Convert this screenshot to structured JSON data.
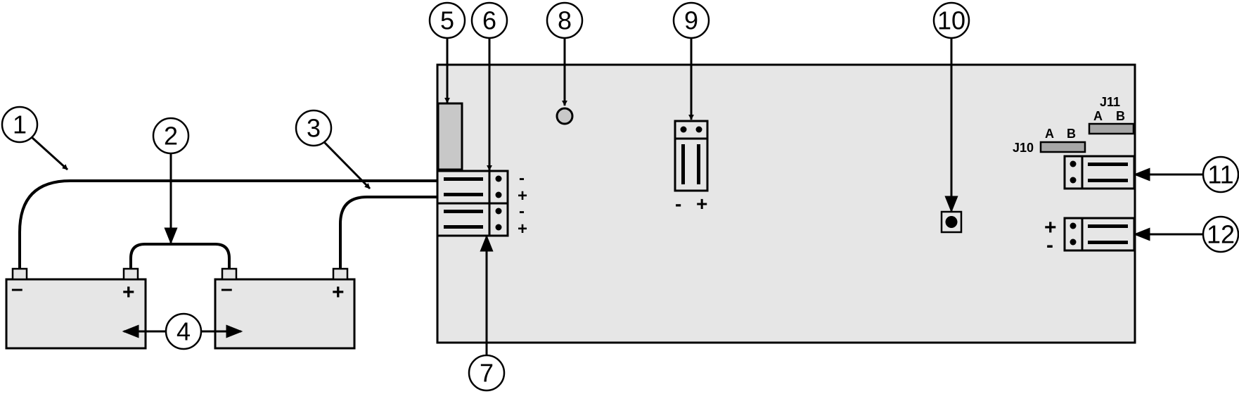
{
  "colors": {
    "board_fill": "#e6e6e6",
    "component_fill": "#c8c8c8",
    "jumper_fill": "#a6a6a6",
    "line": "#000000",
    "callout_fill": "#ffffff"
  },
  "callouts": [
    "1",
    "2",
    "3",
    "4",
    "5",
    "6",
    "7",
    "8",
    "9",
    "10",
    "11",
    "12"
  ],
  "batteries": [
    {
      "minus": "–",
      "plus": "+"
    },
    {
      "minus": "–",
      "plus": "+"
    }
  ],
  "battery_connector": {
    "labels": [
      "-",
      "+",
      "-",
      "+"
    ]
  },
  "connector_9": {
    "minus": "-",
    "plus": "+"
  },
  "jumpers": {
    "j10": {
      "name": "J10",
      "a": "A",
      "b": "B"
    },
    "j11": {
      "name": "J11",
      "a": "A",
      "b": "B"
    }
  },
  "connector_12": {
    "plus": "+",
    "minus": "-"
  }
}
